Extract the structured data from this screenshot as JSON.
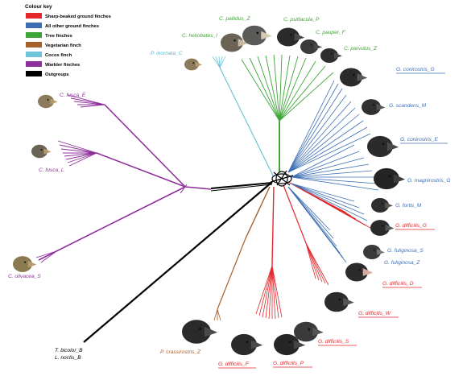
{
  "colour_key": {
    "title": "Colour key",
    "entries": [
      {
        "label": "Sharp-beaked ground finches",
        "color": "#e3262b"
      },
      {
        "label": "All other ground finches",
        "color": "#3d6fb4"
      },
      {
        "label": "Tree finches",
        "color": "#3ca535"
      },
      {
        "label": "Vegetarian finch",
        "color": "#a5602c"
      },
      {
        "label": "Cocos finch",
        "color": "#6fc4d9"
      },
      {
        "label": "Warbler finches",
        "color": "#8f2f9b"
      },
      {
        "label": "Outgroups",
        "color": "#000000"
      }
    ]
  },
  "taxa": [
    {
      "label": "C. pallidus_Z",
      "group": "tree"
    },
    {
      "label": "C. psittacula_P",
      "group": "tree"
    },
    {
      "label": "C. heliobates_I",
      "group": "tree"
    },
    {
      "label": "C. pauper_F",
      "group": "tree"
    },
    {
      "label": "C. parvulus_Z",
      "group": "tree"
    },
    {
      "label": "P. inornata_C",
      "group": "cocos"
    },
    {
      "label": "G. conirostris_G",
      "group": "ground"
    },
    {
      "label": "G. scandens_M",
      "group": "ground"
    },
    {
      "label": "G. conirostris_E",
      "group": "ground"
    },
    {
      "label": "G. magnirostris_G",
      "group": "ground"
    },
    {
      "label": "G. fortis_M",
      "group": "ground"
    },
    {
      "label": "G. difficilis_G",
      "group": "sharp"
    },
    {
      "label": "G. fuliginosa_S",
      "group": "ground"
    },
    {
      "label": "G. fuliginosa_Z",
      "group": "ground"
    },
    {
      "label": "G. difficilis_D",
      "group": "sharp"
    },
    {
      "label": "G. difficilis_W",
      "group": "sharp"
    },
    {
      "label": "G. difficilis_S",
      "group": "sharp"
    },
    {
      "label": "G. difficilis_P",
      "group": "sharp"
    },
    {
      "label": "G. difficilis_F",
      "group": "sharp"
    },
    {
      "label": "P. crassirostris_Z",
      "group": "veg"
    },
    {
      "label": "C. fusca_E",
      "group": "warbler"
    },
    {
      "label": "C. fusca_L",
      "group": "warbler"
    },
    {
      "label": "C. olivacea_S",
      "group": "warbler"
    },
    {
      "label": "T. bicolor_B",
      "group": "outgroup"
    },
    {
      "label": "L. noctis_B",
      "group": "outgroup"
    }
  ],
  "colors": {
    "sharp": "#e3262b",
    "ground": "#3d6fb4",
    "tree": "#3ca535",
    "veg": "#a5602c",
    "cocos": "#6fc4d9",
    "warbler": "#8f2f9b",
    "outgroup": "#000000",
    "ground_label": "#3d6fb4",
    "tree_label": "#3ca535",
    "cocos_label": "#5bb8d3",
    "warbler_label": "#8f2f9b",
    "veg_label": "#a5602c"
  }
}
